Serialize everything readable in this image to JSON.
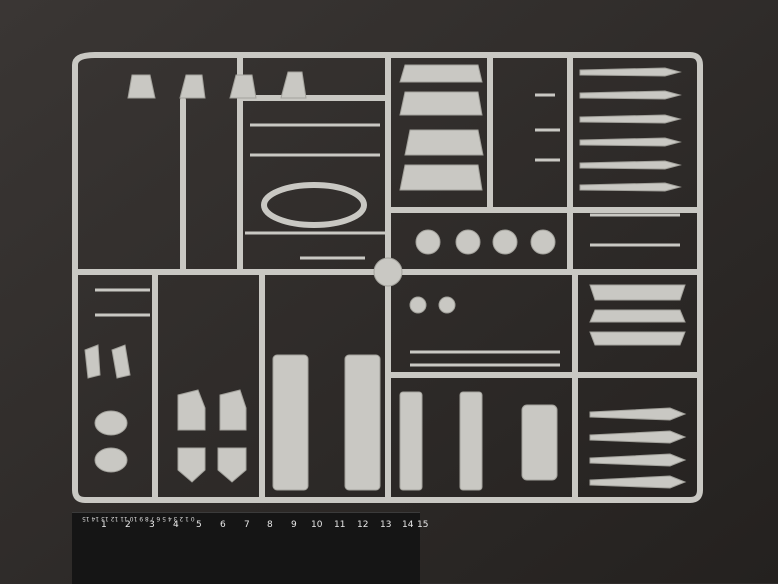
{
  "photo": {
    "subject": "plastic-model-sprue",
    "colors": {
      "background": "#2f2c2b",
      "plastic": "#c9c8c3",
      "plastic_shadow": "#9f9e99",
      "ruler": "#151515",
      "ruler_markings": "#e9e9e9"
    }
  },
  "ruler": {
    "edge_text": "0 1 2 3 4 5 6 7 8 9 10 11 12 13 14 15",
    "numbers": [
      "1",
      "2",
      "3",
      "4",
      "5",
      "6",
      "7",
      "8",
      "9",
      "10",
      "11",
      "12",
      "13",
      "14",
      "15"
    ]
  }
}
